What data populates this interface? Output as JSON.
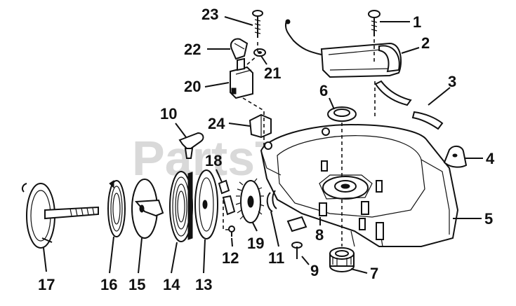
{
  "watermark": "PartsTree",
  "labels": {
    "p1": "1",
    "p2": "2",
    "p3": "3",
    "p4": "4",
    "p5": "5",
    "p6": "6",
    "p7": "7",
    "p8": "8",
    "p9": "9",
    "p10": "10",
    "p11": "11",
    "p12": "12",
    "p13": "13",
    "p14": "14",
    "p15": "15",
    "p16": "16",
    "p17": "17",
    "p18": "18",
    "p19": "19",
    "p20": "20",
    "p21": "21",
    "p22": "22",
    "p23": "23",
    "p24": "24"
  }
}
